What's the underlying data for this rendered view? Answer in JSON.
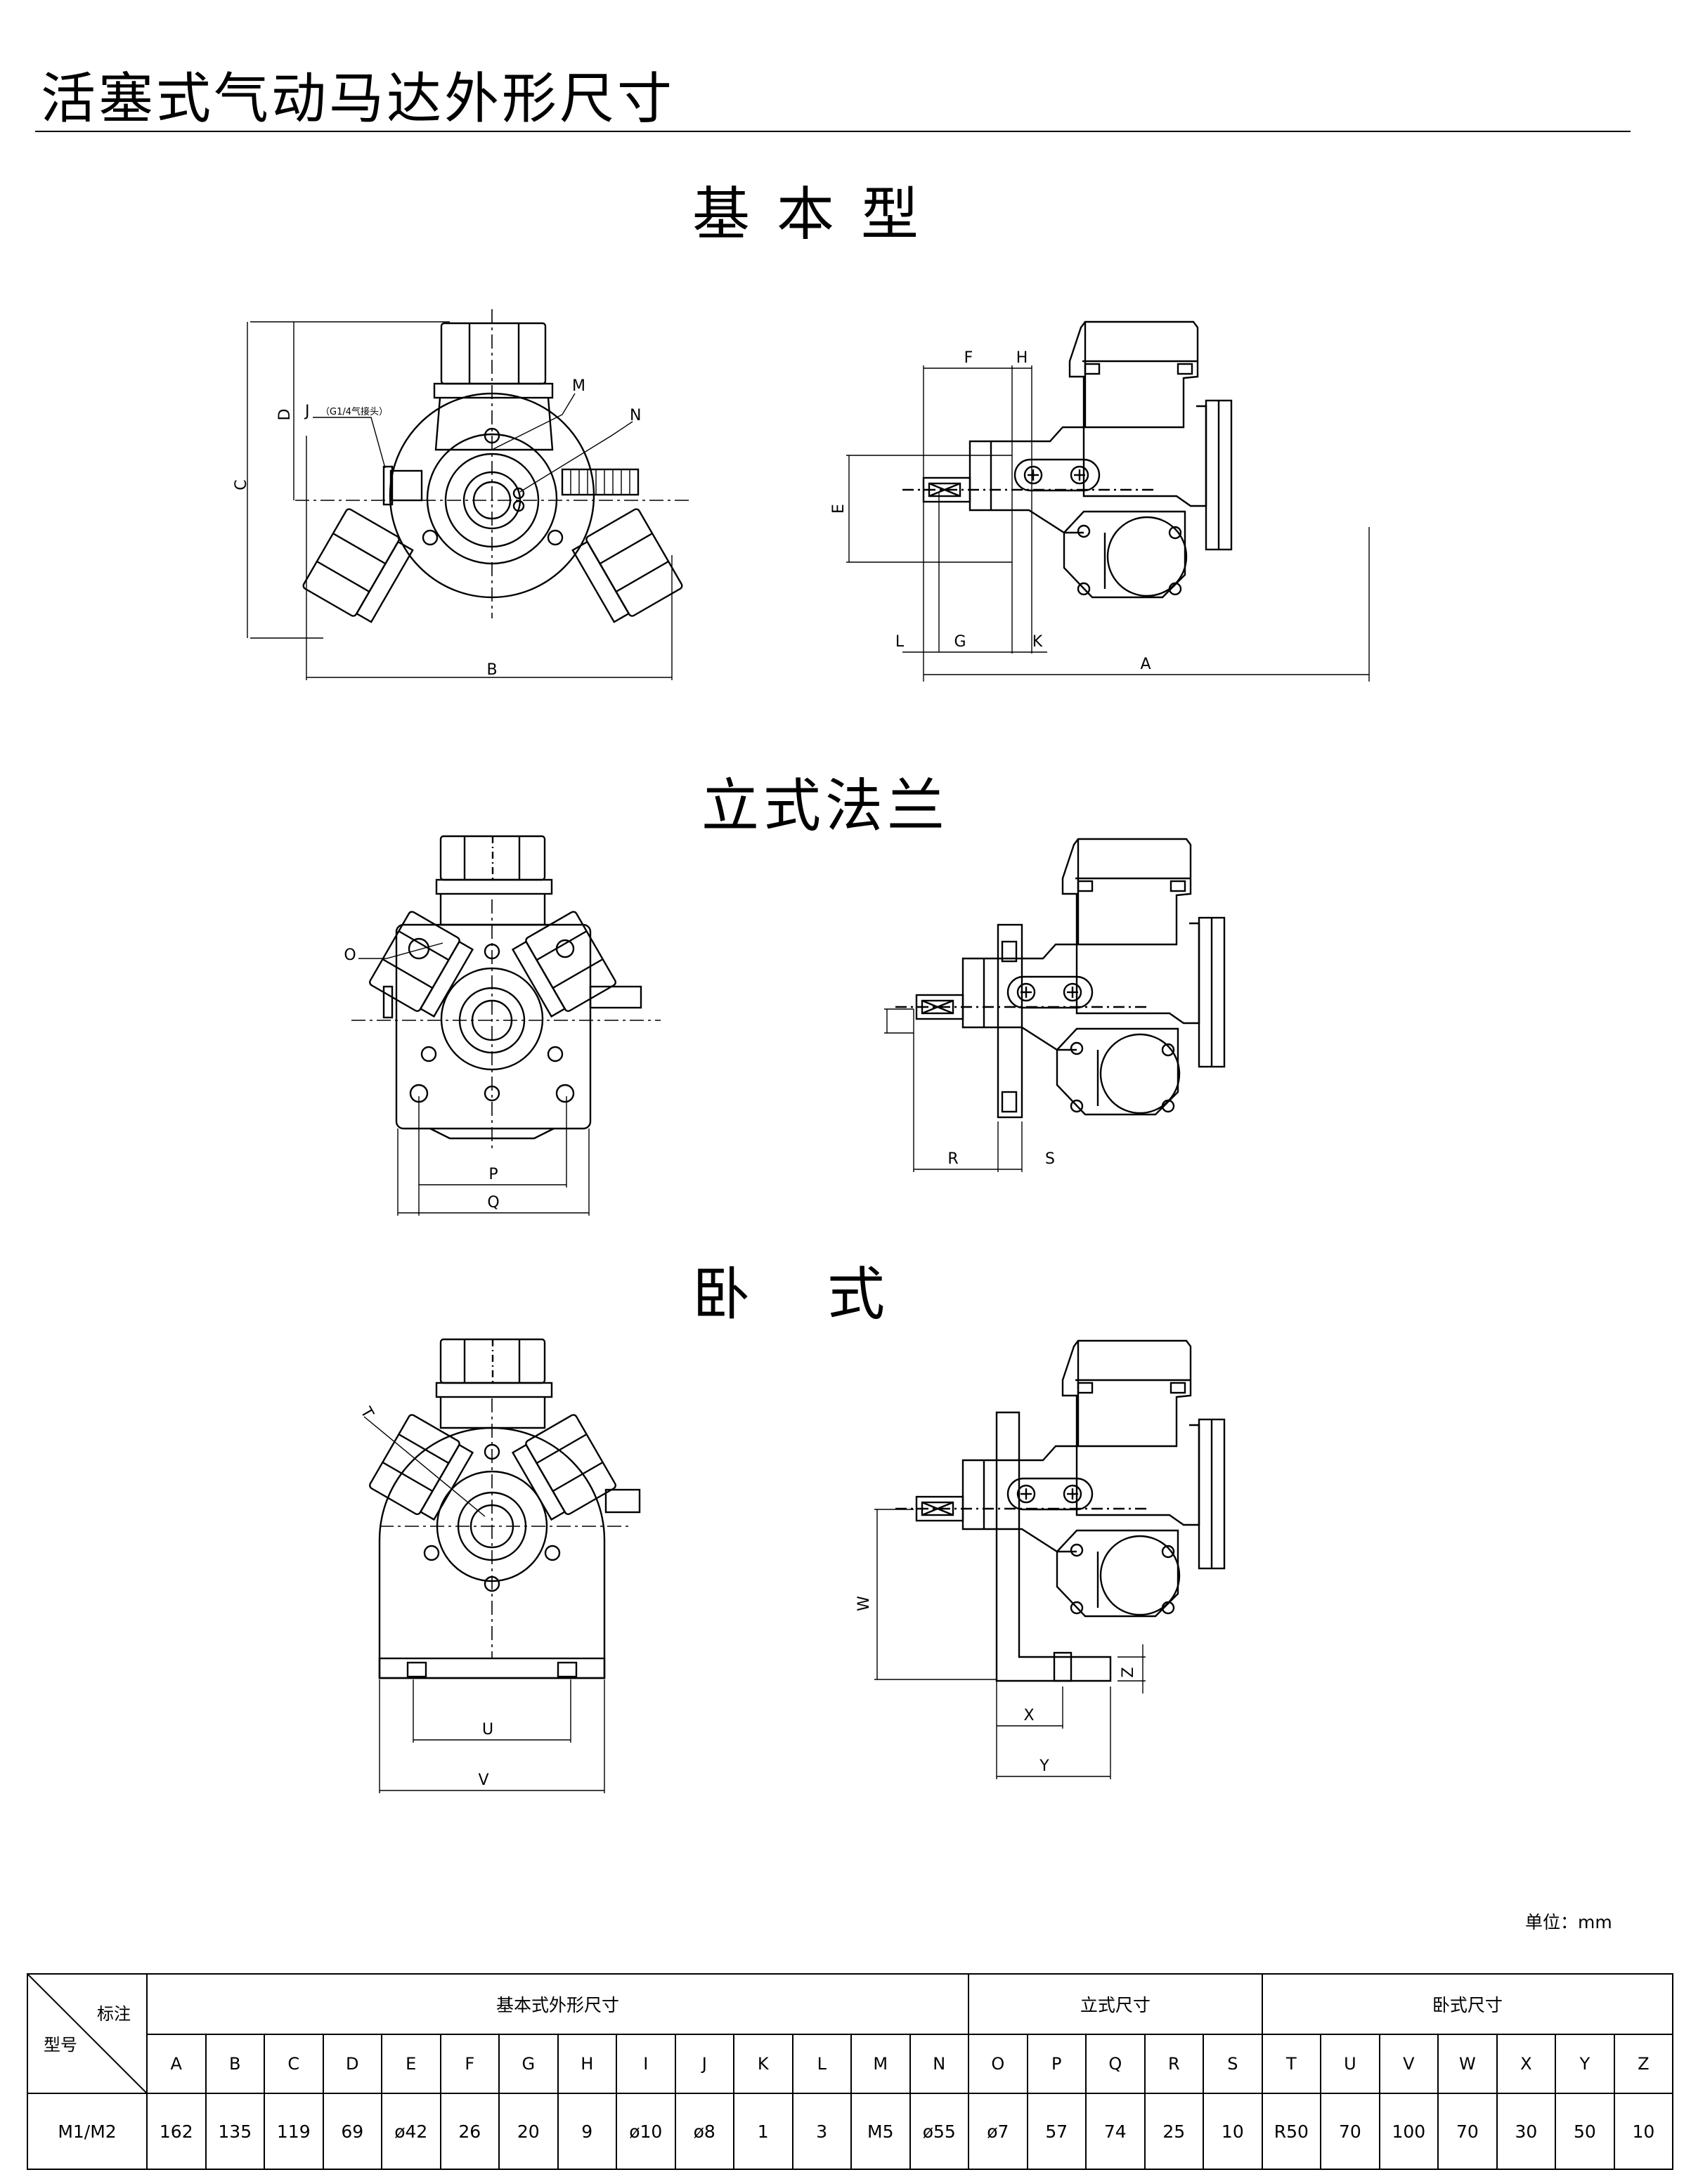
{
  "title": "活塞式气动马达外形尺寸",
  "sections": {
    "basic": "基本型",
    "vertical": "立式法兰",
    "horizontal_left": "卧",
    "horizontal_right": "式"
  },
  "labels": {
    "A": "A",
    "B": "B",
    "C": "C",
    "D": "D",
    "E": "E",
    "F": "F",
    "G": "G",
    "H": "H",
    "J": "J",
    "J_note": "（G1/4气接头）",
    "K": "K",
    "L": "L",
    "M": "M",
    "N": "N",
    "O": "O",
    "P": "P",
    "Q": "Q",
    "R": "R",
    "S": "S",
    "T": "T",
    "U": "U",
    "V": "V",
    "W": "W",
    "X": "X",
    "Y": "Y",
    "Z": "Z"
  },
  "unit": "单位：mm",
  "table": {
    "corner_top": "标注",
    "corner_bottom": "型号",
    "group_basic": "基本式外形尺寸",
    "group_vertical": "立式尺寸",
    "group_horizontal": "卧式尺寸",
    "columns": [
      "A",
      "B",
      "C",
      "D",
      "E",
      "F",
      "G",
      "H",
      "I",
      "J",
      "K",
      "L",
      "M",
      "N",
      "O",
      "P",
      "Q",
      "R",
      "S",
      "T",
      "U",
      "V",
      "W",
      "X",
      "Y",
      "Z"
    ],
    "rows": [
      {
        "model": "M1/M2",
        "values": [
          "162",
          "135",
          "119",
          "69",
          "ø42",
          "26",
          "20",
          "9",
          "ø10",
          "ø8",
          "1",
          "3",
          "M5",
          "ø55",
          "ø7",
          "57",
          "74",
          "25",
          "10",
          "R50",
          "70",
          "100",
          "70",
          "30",
          "50",
          "10"
        ]
      }
    ]
  }
}
